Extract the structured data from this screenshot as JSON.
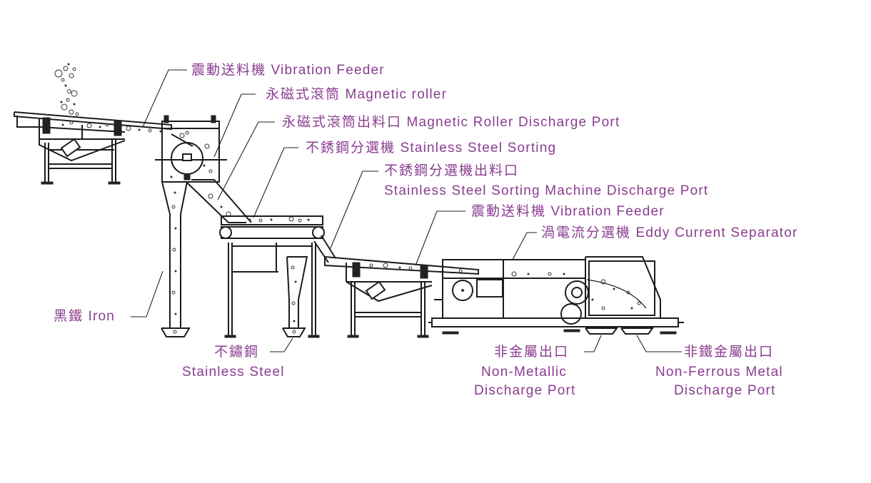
{
  "label_color": "#8a3d91",
  "labels": {
    "vibration_feeder_1": {
      "zh": "震動送料機",
      "en": "Vibration Feeder"
    },
    "magnetic_roller": {
      "zh": "永磁式滾筒",
      "en": "Magnetic roller"
    },
    "magnetic_roller_discharge": {
      "zh": "永磁式滾筒出料口",
      "en": "Magnetic Roller Discharge Port"
    },
    "stainless_sorting": {
      "zh": "不銹鋼分選機",
      "en": "Stainless Steel Sorting"
    },
    "stainless_sorting_discharge": {
      "zh": "不銹鋼分選機出料口",
      "en": "Stainless Steel Sorting Machine Discharge Port"
    },
    "vibration_feeder_2": {
      "zh": "震動送料機",
      "en": "Vibration Feeder"
    },
    "eddy_current": {
      "zh": "渦電流分選機",
      "en": "Eddy Current Separator"
    },
    "iron": {
      "zh": "黑鐵",
      "en": "Iron"
    },
    "stainless_steel": {
      "zh": "不鏽鋼",
      "en": "Stainless Steel"
    },
    "non_metallic": {
      "zh": "非金屬出口",
      "en_line1": "Non-Metallic",
      "en_line2": "Discharge Port"
    },
    "non_ferrous": {
      "zh": "非鐵金屬出口",
      "en_line1": "Non-Ferrous Metal",
      "en_line2": "Discharge Port"
    }
  }
}
